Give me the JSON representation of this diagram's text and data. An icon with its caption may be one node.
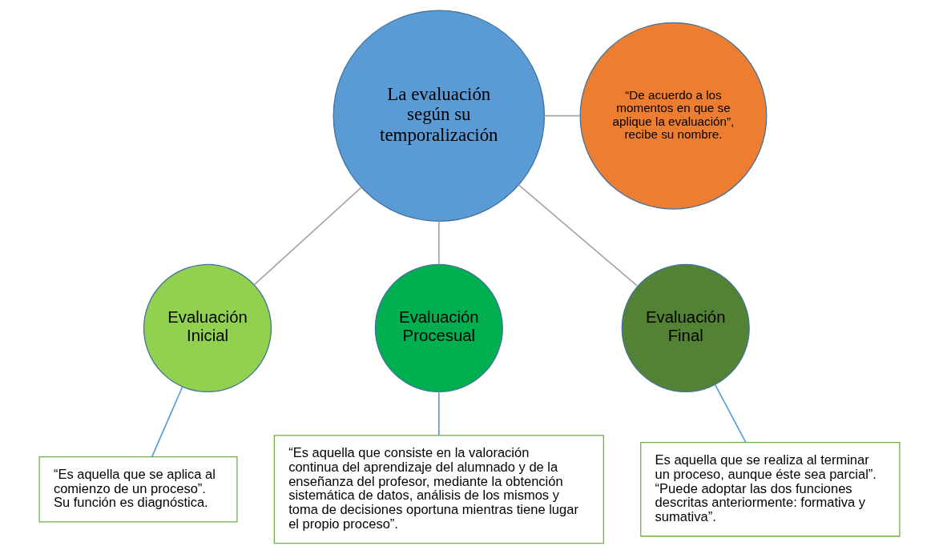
{
  "diagram": {
    "nodes": [
      {
        "text": [
          "La evaluación según su temporalización"
        ]
      },
      {
        "text": [
          "“De acuerdo a los momentos en que se aplique la evaluación”, recibe su nombre."
        ]
      },
      {
        "text": [
          "Evaluación Inicial"
        ]
      },
      {
        "text": [
          "Evaluación Procesual"
        ]
      },
      {
        "text": [
          "Evaluación Final"
        ]
      },
      {
        "text": [
          "“Es aquella que se aplica al comienzo de un proceso”.",
          "Su función es diagnóstica."
        ]
      },
      {
        "text": [
          "“Es aquella que consiste en la valoración continua del aprendizaje del alumnado y de la enseñanza del profesor, mediante la obtención sistemática de datos, análisis de los mismos y toma de decisiones oportuna mientras tiene lugar el propio proceso”."
        ]
      },
      {
        "text": [
          "Es aquella que se realiza al terminar un proceso, aunque éste sea parcial”.",
          "“Puede adoptar las dos funciones descritas anteriormente: formativa y sumativa”."
        ]
      }
    ],
    "edges": [
      {
        "from": 0,
        "to": 1,
        "arrow": "none"
      },
      {
        "from": 0,
        "to": 2,
        "arrow": "none"
      },
      {
        "from": 0,
        "to": 3,
        "arrow": "none"
      },
      {
        "from": 0,
        "to": 4,
        "arrow": "none"
      },
      {
        "from": 2,
        "to": 5,
        "arrow": "none",
        "color": "#5b9bd5"
      },
      {
        "from": 3,
        "to": 6,
        "arrow": "none",
        "color": "#5b9bd5"
      },
      {
        "from": 4,
        "to": 7,
        "arrow": "none",
        "color": "#5b9bd5"
      }
    ]
  }
}
